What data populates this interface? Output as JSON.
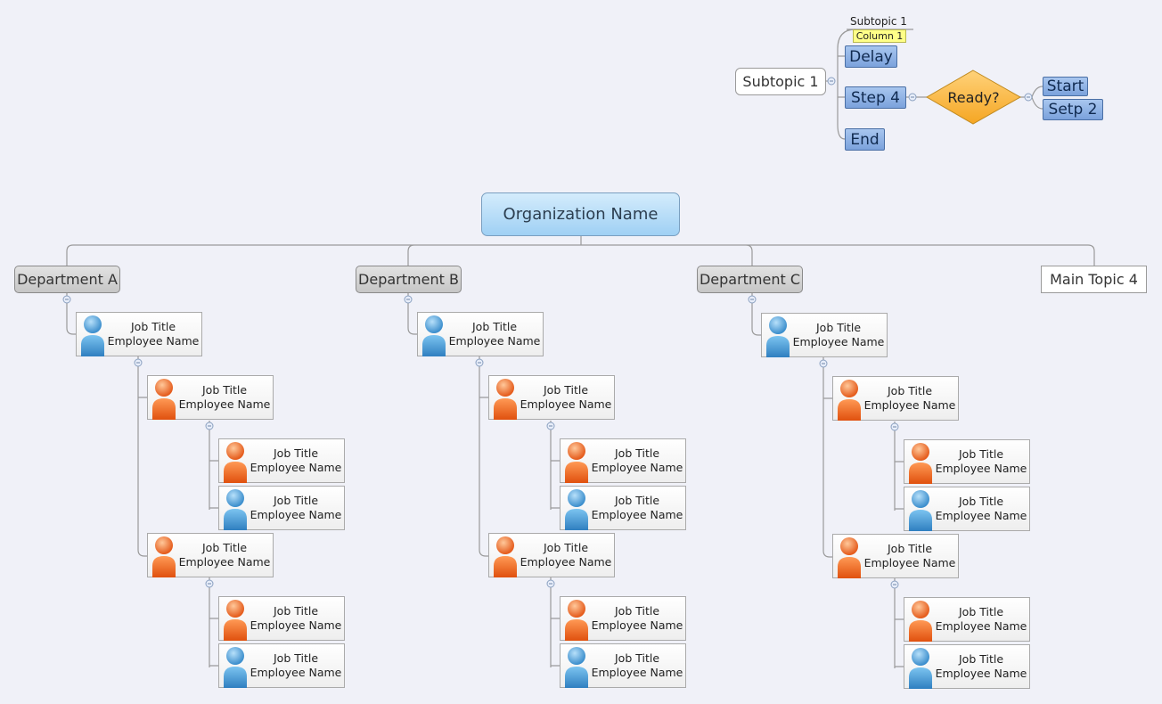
{
  "org": {
    "root_label": "Organization Name",
    "departments": [
      {
        "label": "Department A"
      },
      {
        "label": "Department B"
      },
      {
        "label": "Department C"
      }
    ],
    "main_topic_4": "Main Topic 4",
    "job_title": "Job Title",
    "employee_name": "Employee Name"
  },
  "flow": {
    "subtopic_root": "Subtopic 1",
    "subtopic_label": "Subtopic 1",
    "column_badge": "Column 1",
    "delay": "Delay",
    "step4": "Step 4",
    "end": "End",
    "decision": "Ready?",
    "start": "Start",
    "setp2": "Setp 2"
  },
  "colors": {
    "blue_person": "#4aa3e0",
    "orange_person": "#f26a1b",
    "step_fill": "#8aaee4",
    "decision_fill": "#f7b23b"
  }
}
